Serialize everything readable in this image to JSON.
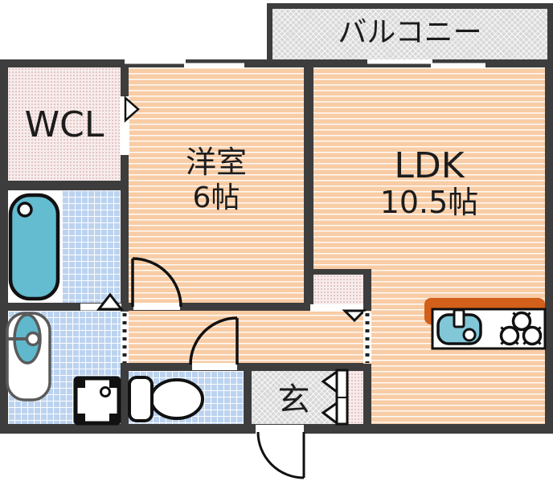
{
  "plan": {
    "balcony": {
      "label": "バルコニー"
    },
    "wcl": {
      "label": "WCL"
    },
    "western_room": {
      "label": "洋室",
      "size": "6帖"
    },
    "ldk": {
      "label": "LDK",
      "size": "10.5帖"
    },
    "entrance": {
      "label": "玄"
    }
  },
  "colors": {
    "wall": "#3d3d3d",
    "wood_floor": "#f8cca5",
    "tile_blue": "#bcd3f0",
    "water_blue": "#64bcd0",
    "kitchen_accent": "#d2601a",
    "closet_pink": "#f7ecec",
    "concrete_gray": "#d8d8d8"
  }
}
